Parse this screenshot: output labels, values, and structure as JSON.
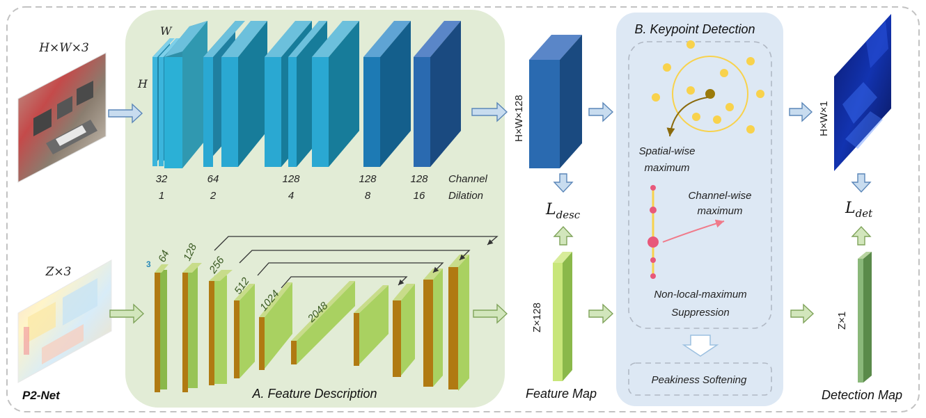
{
  "input_top": {
    "dims": "H×W×3"
  },
  "input_bottom": {
    "dims": "Z×3"
  },
  "network_name": "P2-Net",
  "top_branch": {
    "w_label": "W",
    "h_label": "H",
    "channels": [
      "32",
      "64",
      "128",
      "128",
      "128"
    ],
    "dilations": [
      "1",
      "2",
      "4",
      "8",
      "16"
    ],
    "caption_line1": "Channel",
    "caption_line2": "Dilation",
    "output_dims": "H×W×128"
  },
  "bottom_branch": {
    "in_channels": "3",
    "channels": [
      "64",
      "128",
      "256",
      "512",
      "1024",
      "2048"
    ],
    "output_dims": "Z×128"
  },
  "section_a_title": "A. Feature Description",
  "section_b_title": "B. Keypoint Detection",
  "loss_desc": {
    "base": "L",
    "sub": "desc"
  },
  "loss_det": {
    "base": "L",
    "sub": "det"
  },
  "feature_map_label": "Feature Map",
  "keypoint": {
    "spatial_line1": "Spatial-wise",
    "spatial_line2": "maximum",
    "channel_line1": "Channel-wise",
    "channel_line2": "maximum",
    "nms_line1": "Non-local-maximum",
    "nms_line2": "Suppression",
    "softening": "Peakiness Softening"
  },
  "output": {
    "heatmap_dims": "H×W×1",
    "vector_dims": "Z×1",
    "label": "Detection Map"
  },
  "colors": {
    "green_panel": "#e2ecd6",
    "blue_panel": "#dde8f4",
    "arrow_fill": "#c8dcef",
    "arrow_stroke": "#5a86b8",
    "green_arrow_fill": "#d2e6bc",
    "green_arrow_stroke": "#7fa35a",
    "layer_top_front": "#2aa5cc",
    "layer_bottom_front": "#a9d161",
    "stripe_brown": "#b07a12",
    "keypoint_yellow": "#f8d24c",
    "keypoint_dark": "#9a7a0a",
    "nms_red": "#e8587a"
  }
}
